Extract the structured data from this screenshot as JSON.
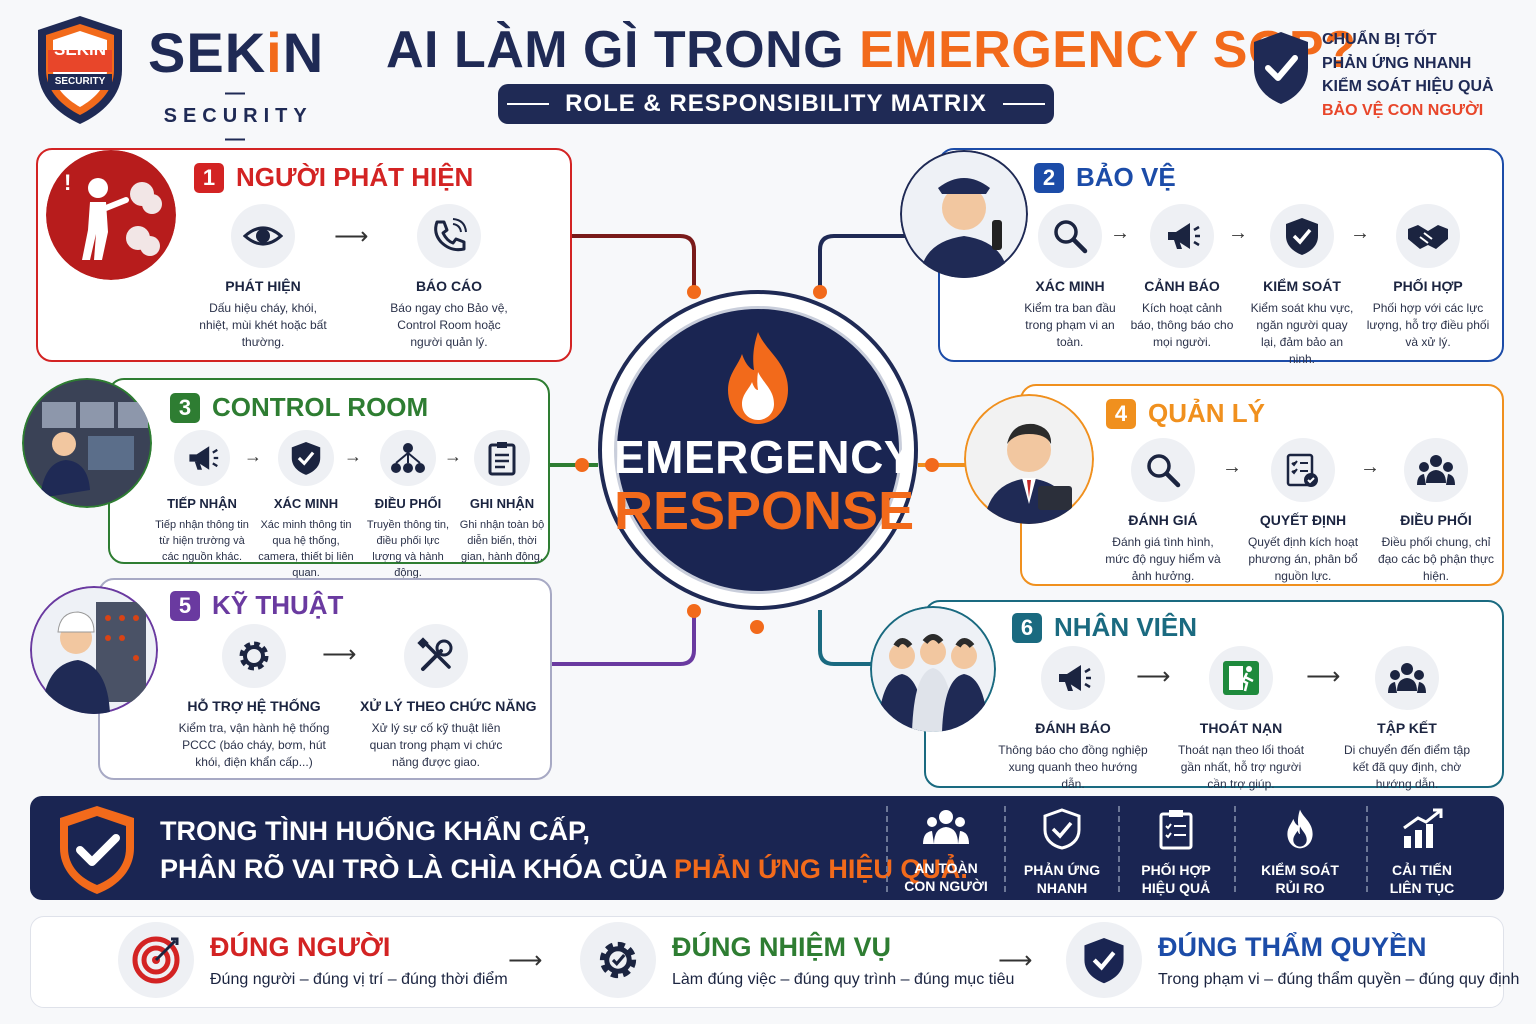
{
  "brand": {
    "logo_top": "SEKiN",
    "logo_bottom": "SECURITY",
    "name_pre": "SEK",
    "name_i": "i",
    "name_post": "N",
    "sub": "SECURITY"
  },
  "header": {
    "title_pre": "AI LÀM GÌ TRONG ",
    "title_hl": "EMERGENCY SOP?",
    "subtitle": "ROLE & RESPONSIBILITY MATRIX",
    "taglines": [
      "CHUẨN BỊ TỐT",
      "PHẢN ỨNG NHANH",
      "KIỂM SOÁT HIỆU QUẢ",
      "BẢO VỆ CON NGƯỜI"
    ]
  },
  "center": {
    "line1": "EMERGENCY",
    "line2": "RESPONSE"
  },
  "colors": {
    "navy": "#1a2552",
    "orange": "#f26a1b",
    "red": "#d32323",
    "blue": "#1c4ca8",
    "green": "#2e7d32",
    "amber": "#f0901e",
    "purple": "#6a3aa0",
    "teal": "#1a6a80"
  },
  "roles": [
    {
      "num": "1",
      "title": "NGƯỜI PHÁT HIỆN",
      "steps": [
        {
          "icon": "eye-icon",
          "label": "PHÁT HIỆN",
          "desc": "Dấu hiệu cháy, khói, nhiệt, mùi khét hoặc bất thường."
        },
        {
          "icon": "phone-icon",
          "label": "BÁO CÁO",
          "desc": "Báo ngay cho Bảo vệ, Control Room hoặc người quản lý."
        }
      ]
    },
    {
      "num": "2",
      "title": "BẢO VỆ",
      "steps": [
        {
          "icon": "magnifier-icon",
          "label": "XÁC MINH",
          "desc": "Kiểm tra ban đầu trong phạm vi an toàn."
        },
        {
          "icon": "megaphone-icon",
          "label": "CẢNH BÁO",
          "desc": "Kích hoạt cảnh báo, thông báo cho mọi người."
        },
        {
          "icon": "shield-check-icon",
          "label": "KIỂM SOÁT",
          "desc": "Kiểm soát khu vực, ngăn người quay lại, đảm bảo an ninh."
        },
        {
          "icon": "handshake-icon",
          "label": "PHỐI HỢP",
          "desc": "Phối hợp với các lực lượng, hỗ trợ điều phối và xử lý."
        }
      ]
    },
    {
      "num": "3",
      "title": "CONTROL ROOM",
      "steps": [
        {
          "icon": "megaphone-icon",
          "label": "TIẾP NHẬN",
          "desc": "Tiếp nhận thông tin từ hiện trường và các nguồn khác."
        },
        {
          "icon": "shield-check-icon",
          "label": "XÁC MINH",
          "desc": "Xác minh thông tin qua hệ thống, camera, thiết bị liên quan."
        },
        {
          "icon": "network-icon",
          "label": "ĐIỀU PHỐI",
          "desc": "Truyền thông tin, điều phối lực lượng và hành động."
        },
        {
          "icon": "clipboard-icon",
          "label": "GHI NHẬN",
          "desc": "Ghi nhận toàn bộ diễn biến, thời gian, hành động."
        }
      ]
    },
    {
      "num": "4",
      "title": "QUẢN LÝ",
      "steps": [
        {
          "icon": "magnifier-icon",
          "label": "ĐÁNH GIÁ",
          "desc": "Đánh giá tình hình, mức độ nguy hiểm và ảnh hưởng."
        },
        {
          "icon": "checklist-icon",
          "label": "QUYẾT ĐỊNH",
          "desc": "Quyết định kích hoạt phương án, phân bổ nguồn lực."
        },
        {
          "icon": "team-icon",
          "label": "ĐIỀU PHỐI",
          "desc": "Điều phối chung, chỉ đạo các bộ phận thực hiện."
        }
      ]
    },
    {
      "num": "5",
      "title": "KỸ THUẬT",
      "steps": [
        {
          "icon": "gear-icon",
          "label": "HỖ TRỢ HỆ THỐNG",
          "desc": "Kiểm tra, vận hành hệ thống PCCC (báo cháy, bơm, hút khói, điện khẩn cấp...)"
        },
        {
          "icon": "tools-icon",
          "label": "XỬ LÝ THEO CHỨC NĂNG",
          "desc": "Xử lý sự cố kỹ thuật liên quan trong phạm vi chức năng được giao."
        }
      ]
    },
    {
      "num": "6",
      "title": "NHÂN VIÊN",
      "steps": [
        {
          "icon": "megaphone-icon",
          "label": "ĐÁNH BÁO",
          "desc": "Thông báo cho đồng nghiệp xung quanh theo hướng dẫn."
        },
        {
          "icon": "exit-icon",
          "label": "THOÁT NẠN",
          "desc": "Thoát nạn theo lối thoát gần nhất, hỗ trợ người cần trợ giúp."
        },
        {
          "icon": "team-icon",
          "label": "TẬP KẾT",
          "desc": "Di chuyển đến điểm tập kết đã quy định, chờ hướng dẫn."
        }
      ]
    }
  ],
  "banner": {
    "line1": "TRONG TÌNH HUỐNG KHẨN CẤP,",
    "line2_pre": "PHÂN RÕ VAI TRÒ LÀ CHÌA KHÓA CỦA ",
    "line2_hl": "PHẢN ỨNG HIỆU QUẢ.",
    "features": [
      {
        "icon": "people-icon",
        "l1": "AN TOÀN",
        "l2": "CON NGƯỜI"
      },
      {
        "icon": "shield-check-icon",
        "l1": "PHẢN ỨNG",
        "l2": "NHANH"
      },
      {
        "icon": "clipboard-icon",
        "l1": "PHỐI HỢP",
        "l2": "HIỆU QUẢ"
      },
      {
        "icon": "fire-icon",
        "l1": "KIỂM SOÁT",
        "l2": "RỦI RO"
      },
      {
        "icon": "chart-up-icon",
        "l1": "CẢI TIẾN",
        "l2": "LIÊN TỤC"
      }
    ]
  },
  "principles": [
    {
      "icon": "target-icon",
      "title": "ĐÚNG NGƯỜI",
      "desc": "Đúng người – đúng vị trí – đúng thời điểm",
      "color": "#d32323"
    },
    {
      "icon": "gear-icon",
      "title": "ĐÚNG NHIỆM VỤ",
      "desc": "Làm đúng việc – đúng quy trình – đúng mục tiêu",
      "color": "#2e7d32"
    },
    {
      "icon": "shield-check-icon",
      "title": "ĐÚNG THẨM QUYỀN",
      "desc": "Trong phạm vi – đúng thẩm quyền – đúng quy định",
      "color": "#1c4ca8"
    }
  ]
}
